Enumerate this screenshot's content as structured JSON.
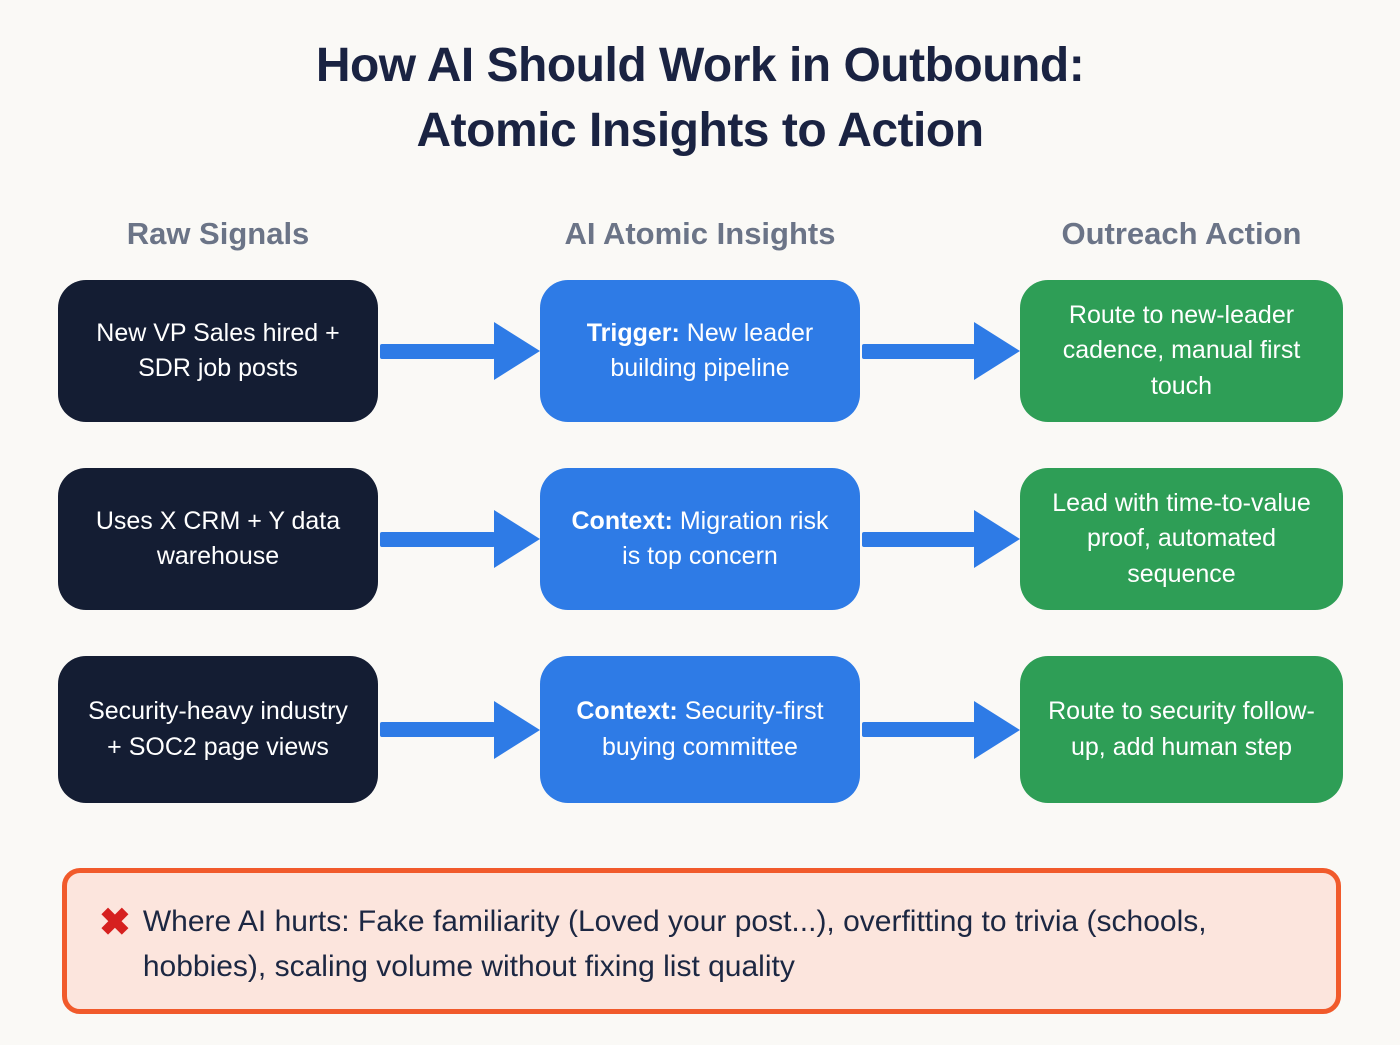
{
  "title": {
    "line1": "How AI Should Work in Outbound:",
    "line2": "Atomic Insights to Action"
  },
  "columns": {
    "signals_label": "Raw Signals",
    "insights_label": "AI Atomic Insights",
    "actions_label": "Outreach Action"
  },
  "rows": [
    {
      "signal": "New VP Sales hired + SDR job posts",
      "insight_label": "Trigger:",
      "insight_text": "New leader building pipeline",
      "action": "Route to new-leader cadence, manual first touch"
    },
    {
      "signal": "Uses X CRM + Y data warehouse",
      "insight_label": "Context:",
      "insight_text": "Migration risk is top concern",
      "action": "Lead with time-to-value proof, automated sequence"
    },
    {
      "signal": "Security-heavy industry + SOC2 page views",
      "insight_label": "Context:",
      "insight_text": "Security-first buying committee",
      "action": "Route to security follow-up, add human step"
    }
  ],
  "warning": {
    "icon": "✖",
    "text": "Where AI hurts: Fake familiarity (Loved your post...), overfitting to trivia (schools, hobbies), scaling volume without fixing list quality"
  },
  "colors": {
    "background": "#faf9f6",
    "title_text": "#1a2342",
    "column_header_text": "#6b7487",
    "signal_box": "#141d33",
    "insight_box": "#2e7be6",
    "action_box": "#2e9e56",
    "arrow": "#2e7be6",
    "warning_background": "#fce5dd",
    "warning_border": "#f15a2b",
    "warning_x": "#d6201f",
    "warning_text": "#1c2742"
  }
}
